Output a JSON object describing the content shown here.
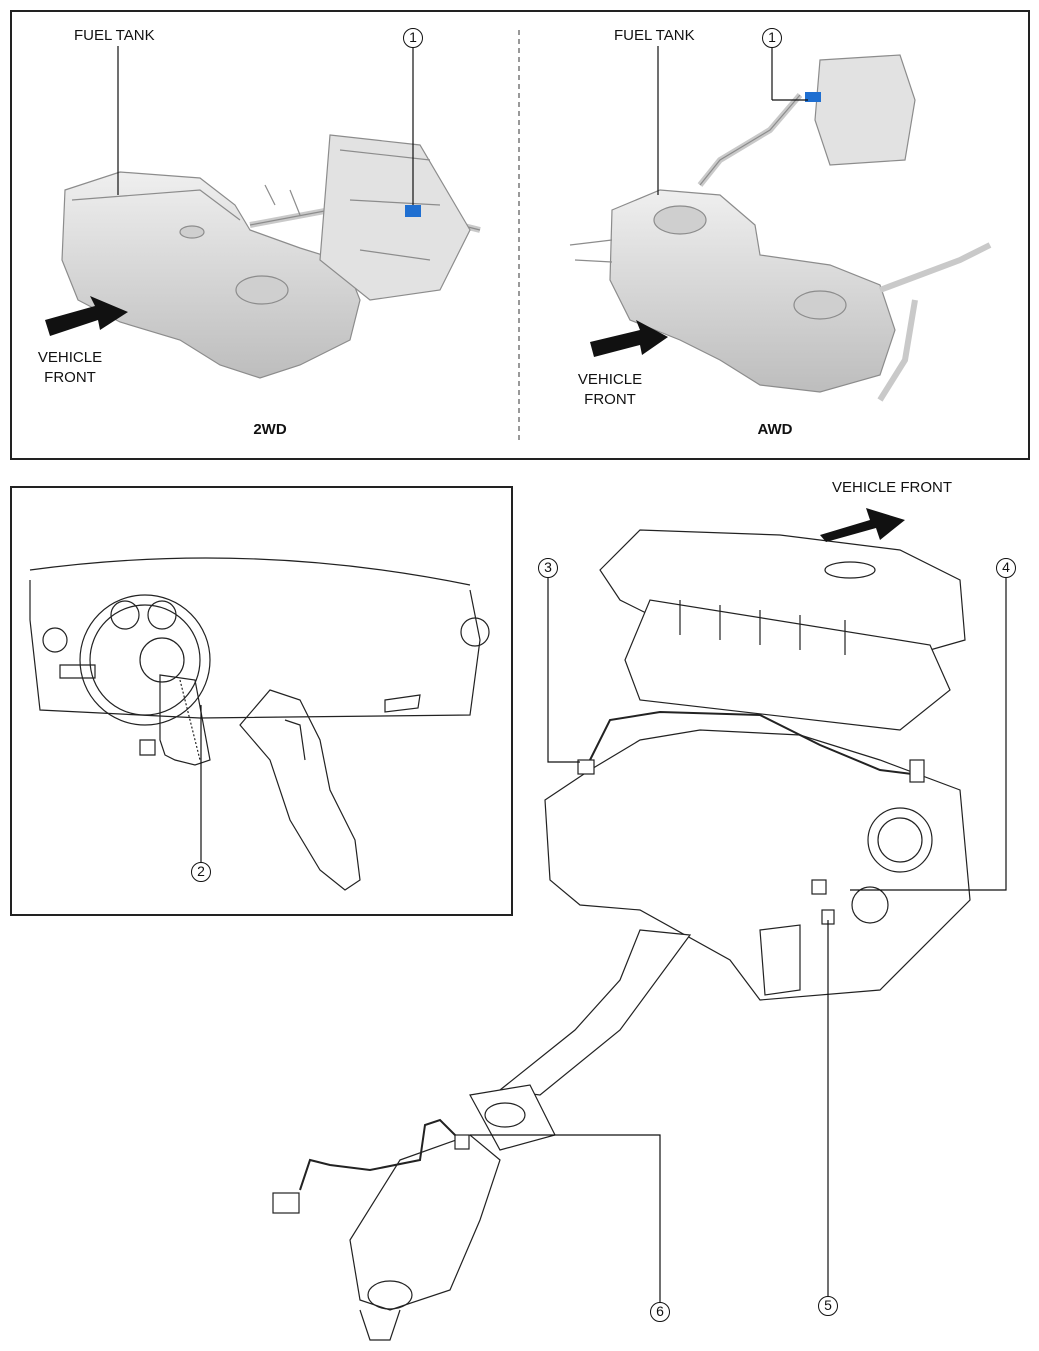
{
  "top_panel": {
    "left": {
      "title": "FUEL TANK",
      "variant": "2WD",
      "front": [
        "VEHICLE",
        "FRONT"
      ],
      "callout": "1"
    },
    "right": {
      "title": "FUEL TANK",
      "variant": "AWD",
      "front": [
        "VEHICLE",
        "FRONT"
      ],
      "callout": "1"
    }
  },
  "dashboard_panel": {
    "callout": "2"
  },
  "engine": {
    "front_label": "VEHICLE FRONT",
    "callouts": [
      "3",
      "4",
      "5",
      "6"
    ]
  },
  "colors": {
    "highlight": "#1f6fd1",
    "part_fill": "#d6d6d6",
    "line": "#222222"
  }
}
